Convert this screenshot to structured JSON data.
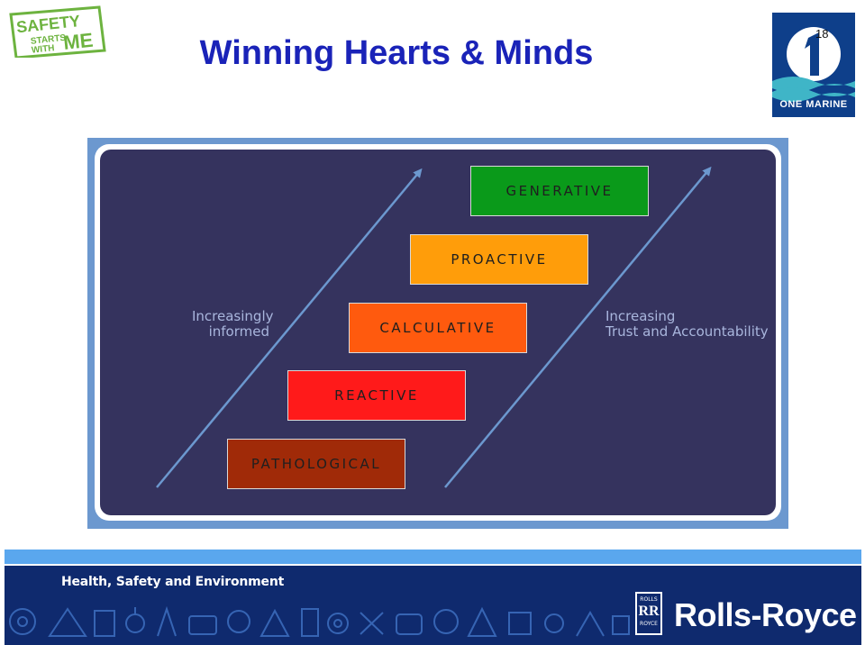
{
  "header": {
    "title": "Winning Hearts & Minds",
    "page_number": "18",
    "safety_logo": {
      "line1": "SAFETY",
      "line2": "STARTS",
      "line3": "WITH",
      "line4": "ME"
    },
    "brand_logo_label": "ONE MARINE"
  },
  "diagram": {
    "stages": [
      {
        "label": "GENERATIVE",
        "color": "#0a9a1a"
      },
      {
        "label": "PROACTIVE",
        "color": "#ff9d0a"
      },
      {
        "label": "CALCULATIVE",
        "color": "#ff5a0e"
      },
      {
        "label": "REACTIVE",
        "color": "#ff1a1a"
      },
      {
        "label": "PATHOLOGICAL",
        "color": "#a02a08"
      }
    ],
    "left_label": {
      "line1": "Increasingly",
      "line2": "informed"
    },
    "right_label": {
      "line1": "Increasing",
      "line2": "Trust and Accountability"
    }
  },
  "footer": {
    "heading": "Health, Safety and Environment",
    "brand": "Rolls-Royce",
    "badge": {
      "top": "ROLLS",
      "bottom": "ROYCE"
    }
  },
  "colors": {
    "title": "#1a23b8",
    "diagram_background": "#35335e",
    "frame": "#6c98cf",
    "side_label": "#a9b6dd",
    "footer": "#0f2a6e"
  }
}
